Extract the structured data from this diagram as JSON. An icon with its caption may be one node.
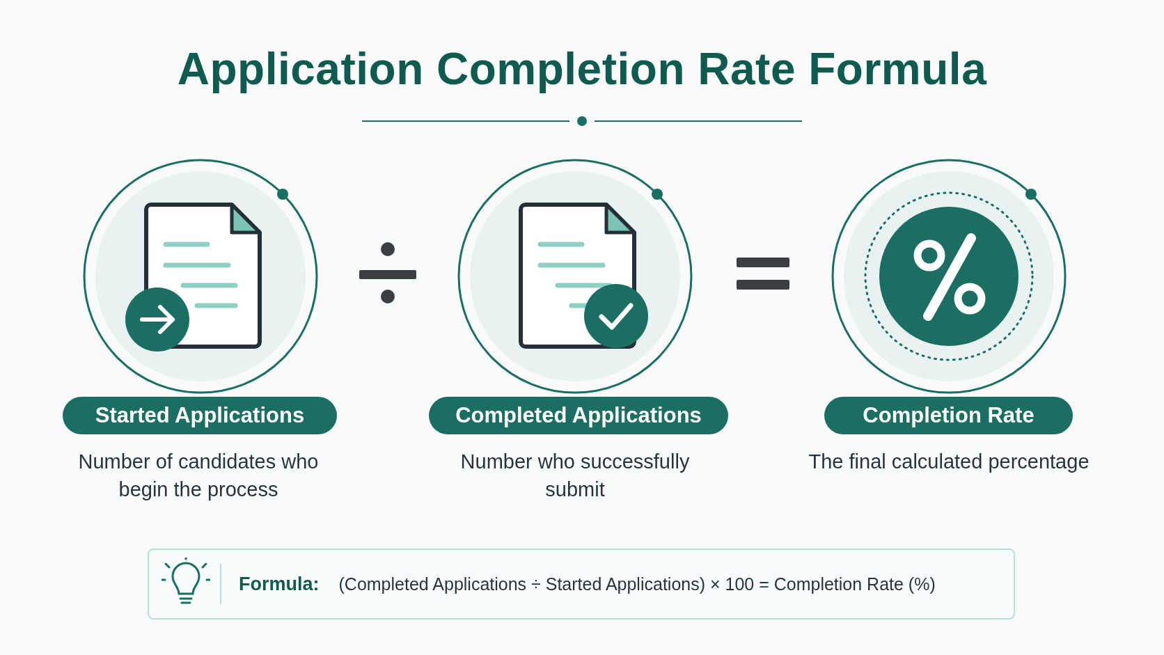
{
  "diagram": {
    "title": "Application Completion Rate Formula",
    "nodes": [
      {
        "text": [
          "Started Applications"
        ],
        "beside": [
          "Number of candidates who begin the process"
        ]
      },
      {
        "text": [
          "Completed Applications"
        ],
        "beside": [
          "Number who successfully submit"
        ]
      },
      {
        "text": [
          "Completion Rate"
        ],
        "beside": [
          "The final calculated percentage"
        ]
      },
      {
        "text": [
          "Formula:",
          "(Completed Applications ÷ Started Applications) × 100 = Completion Rate (%)"
        ]
      }
    ]
  }
}
